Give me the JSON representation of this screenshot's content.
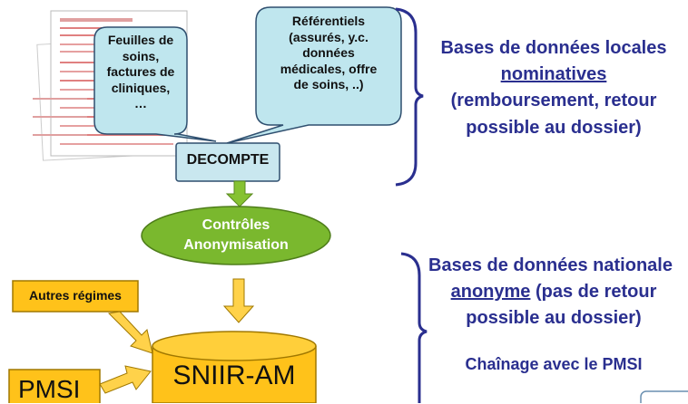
{
  "forms_bubble": {
    "text": "Feuilles de\nsoins,\nfactures de\ncliniques,\n…"
  },
  "ref_bubble": {
    "text": "Référentiels\n(assurés, y.c.\ndonnées\nmédicales, offre\nde soins, ..)"
  },
  "decompte": {
    "label": "DECOMPTE"
  },
  "controles": {
    "line1": "Contrôles",
    "line2": "Anonymisation"
  },
  "autres": {
    "label": "Autres régimes"
  },
  "pmsi": {
    "label": "PMSI"
  },
  "sniir": {
    "label": "SNIIR-AM"
  },
  "local_db": {
    "line1": "Bases de données locales",
    "line2": "nominatives",
    "line3": "(remboursement, retour",
    "line4": "possible au dossier)"
  },
  "national_db": {
    "line1": "Bases de données nationale",
    "line2_u": "anonyme",
    "line2_rest": " (pas de retour",
    "line3": "possible au dossier)",
    "line4": "Chaînage avec le PMSI"
  },
  "colors": {
    "bubble_fill": "#bfe6ee",
    "bubble_stroke": "#2f4f6f",
    "decompte_fill": "#c9e7ef",
    "green_fill": "#7ab82e",
    "orange_fill": "#ffc21a",
    "arrow_yellow": "#ffd24a",
    "arrow_green": "#86c232",
    "text_blue": "#2a2f8f",
    "brace": "#2a2f8f"
  }
}
